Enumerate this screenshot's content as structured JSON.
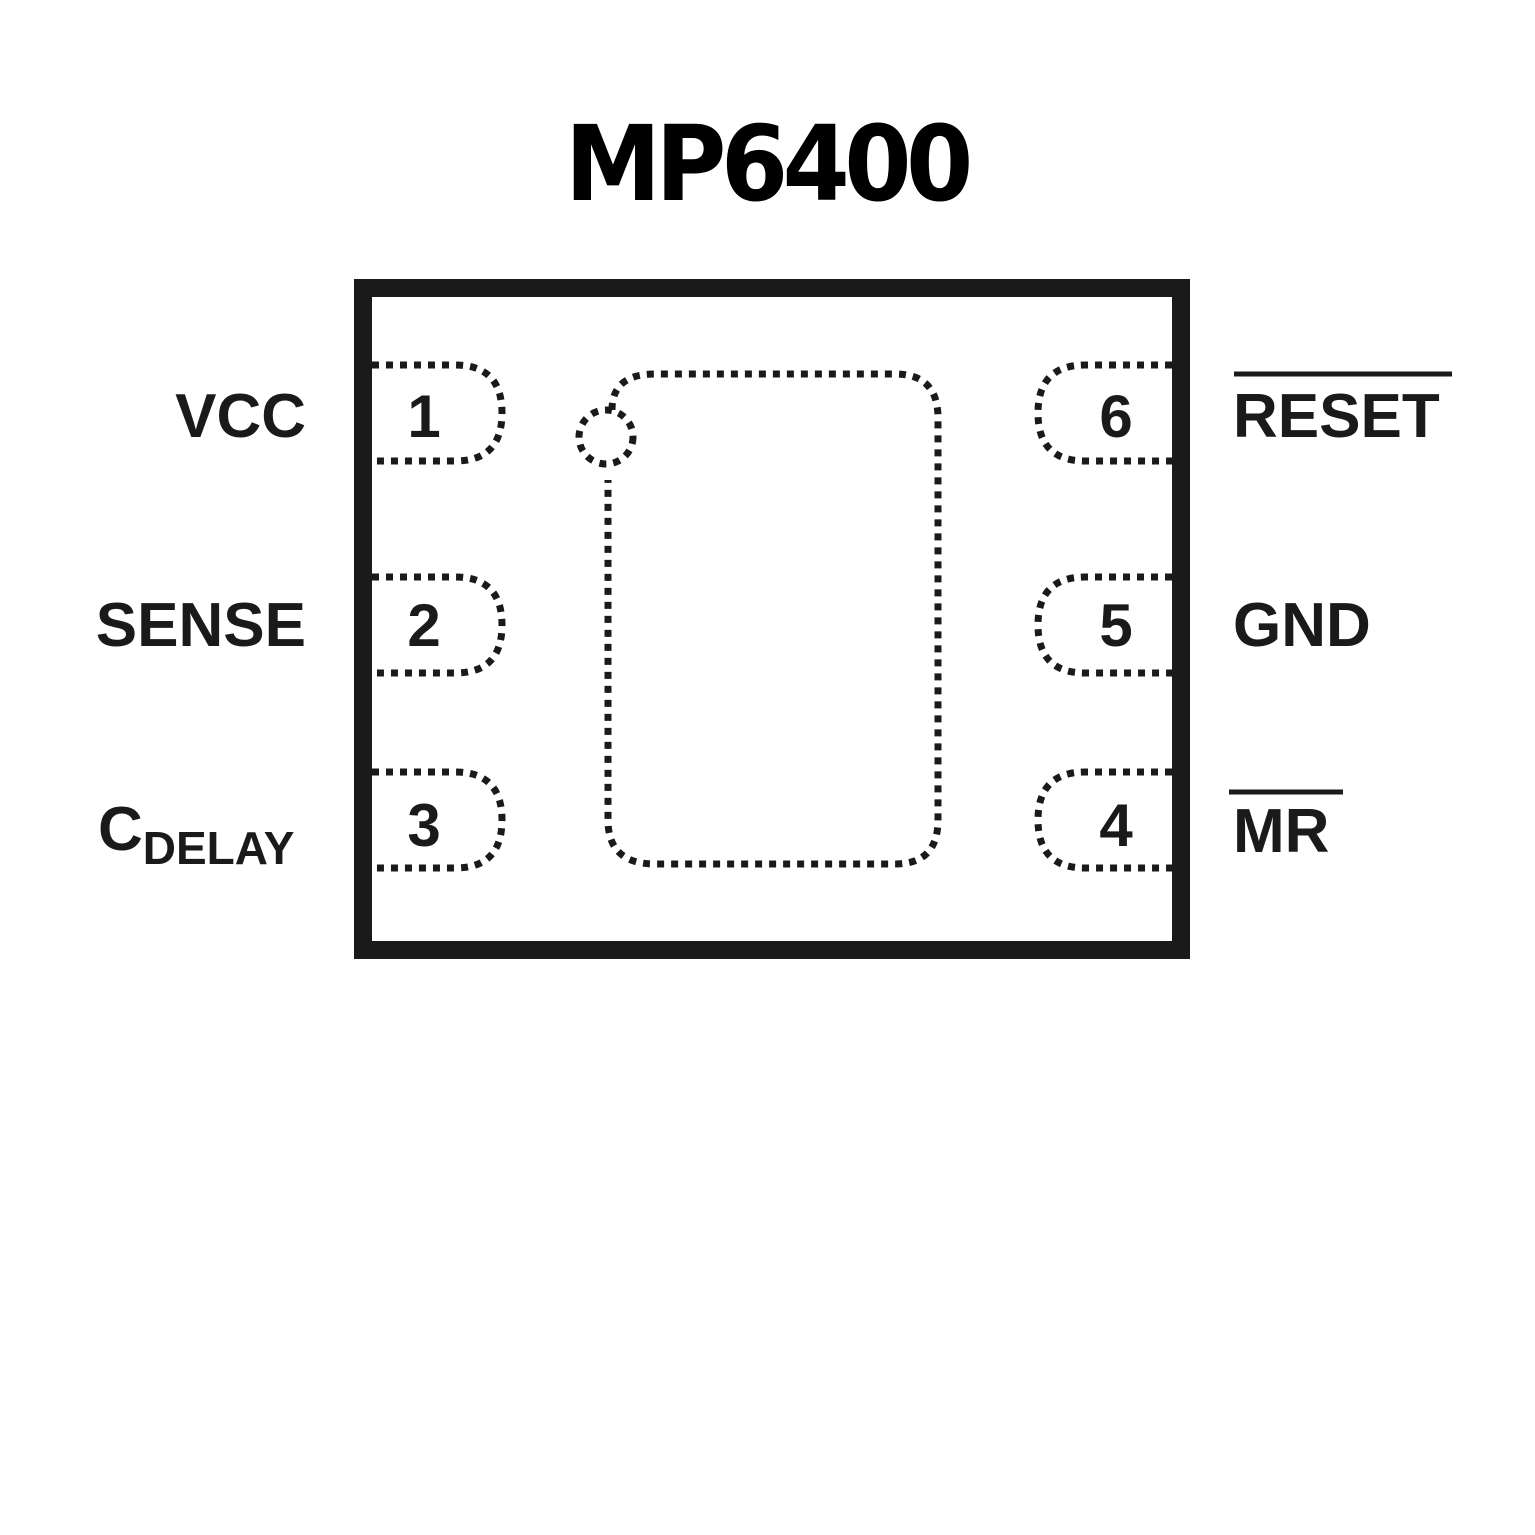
{
  "title": "MP6400",
  "colors": {
    "ink": "#1a1a1a",
    "background": "#ffffff"
  },
  "package": {
    "exposed_pad": true,
    "pin1_marker": "dotted-circle"
  },
  "pins": {
    "p1": {
      "number": "1",
      "name": "VCC",
      "side": "left",
      "overbar": false
    },
    "p2": {
      "number": "2",
      "name": "SENSE",
      "side": "left",
      "overbar": false
    },
    "p3": {
      "number": "3",
      "name": "C",
      "subscript": "DELAY",
      "side": "left",
      "overbar": false
    },
    "p4": {
      "number": "4",
      "name": "MR",
      "side": "right",
      "overbar": true
    },
    "p5": {
      "number": "5",
      "name": "GND",
      "side": "right",
      "overbar": false
    },
    "p6": {
      "number": "6",
      "name": "RESET",
      "side": "right",
      "overbar": true
    }
  }
}
